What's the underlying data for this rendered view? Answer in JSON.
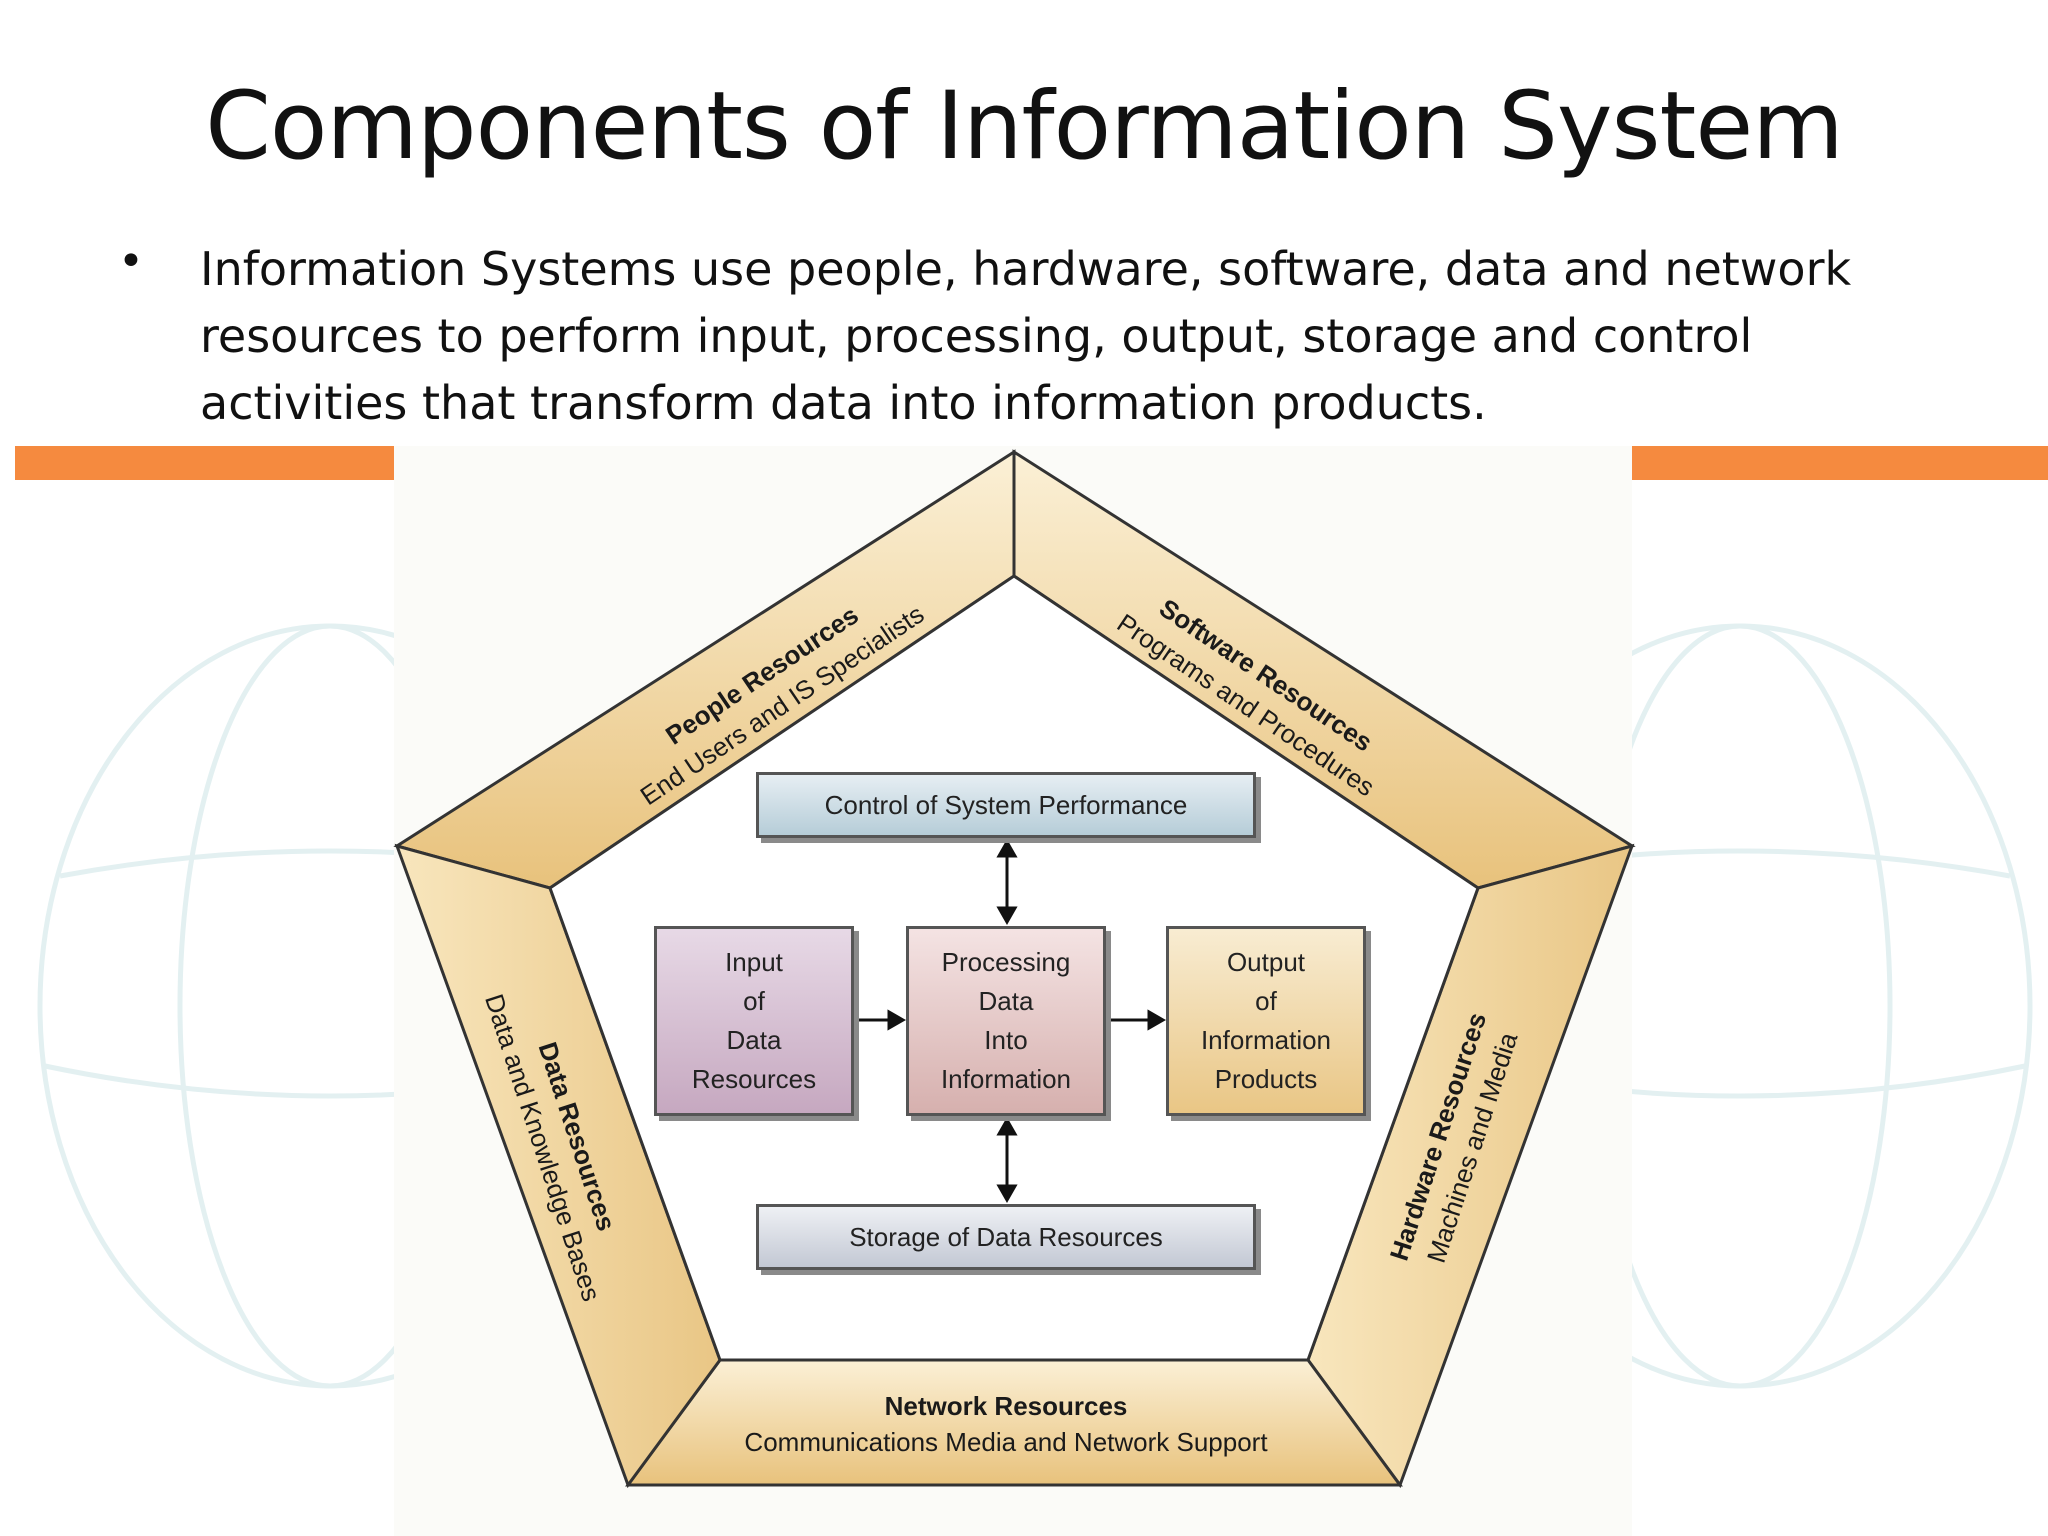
{
  "slide": {
    "title": "Components of Information System",
    "bullet": "Information Systems use people, hardware, software, data and network resources to perform input, processing, output, storage and control activities that transform data into information products."
  },
  "diagram": {
    "resources": {
      "people": {
        "title": "People Resources",
        "subtitle": "End Users and IS Specialists"
      },
      "software": {
        "title": "Software Resources",
        "subtitle": "Programs and Procedures"
      },
      "hardware": {
        "title": "Hardware Resources",
        "subtitle": "Machines and Media"
      },
      "network": {
        "title": "Network Resources",
        "subtitle": "Communications Media and Network Support"
      },
      "data": {
        "title": "Data Resources",
        "subtitle": "Data and Knowledge Bases"
      }
    },
    "activities": {
      "control": "Control of System Performance",
      "input": "Input\nof\nData\nResources",
      "processing": "Processing\nData\nInto\nInformation",
      "output": "Output\nof\nInformation\nProducts",
      "storage": "Storage of Data Resources"
    }
  },
  "colors": {
    "accent": "#f58a3f",
    "frame_light": "#f9e9c6",
    "frame_dark": "#e9c47f"
  }
}
